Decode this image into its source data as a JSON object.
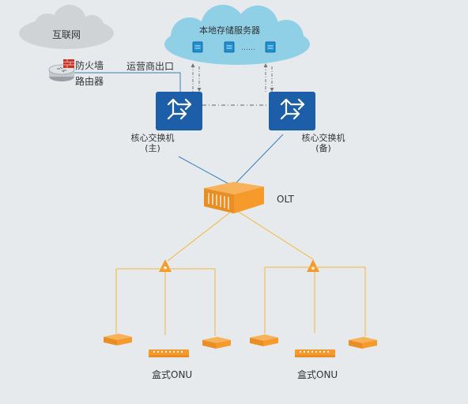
{
  "labels": {
    "internet": "互联网",
    "storage": "本地存储服务器",
    "storage_ellipsis": "……",
    "firewall": "防火墙",
    "router": "路由器",
    "isp_exit": "运营商出口",
    "core_main_line1": "核心交换机",
    "core_main_line2": "(主)",
    "core_backup_line1": "核心交换机",
    "core_backup_line2": "(备)",
    "olt": "OLT",
    "onu_left": "盒式ONU",
    "onu_right": "盒式ONU"
  },
  "colors": {
    "background": "#e6eaed",
    "internet_cloud": "#d0d3d6",
    "storage_cloud": "#8fd0e6",
    "switch_blue": "#1d5ea8",
    "uplink_line": "#3a7fc0",
    "orange": "#f59a2b",
    "orange_line": "#f4b53a",
    "dashed_line": "#777777"
  },
  "icons": {
    "server": "server-icon",
    "switch": "switch-arrows-icon",
    "olt": "olt-chassis-icon",
    "splitter": "splitter-icon",
    "onu": "onu-box-icon",
    "firewall": "firewall-brick-icon",
    "router": "router-icon"
  }
}
